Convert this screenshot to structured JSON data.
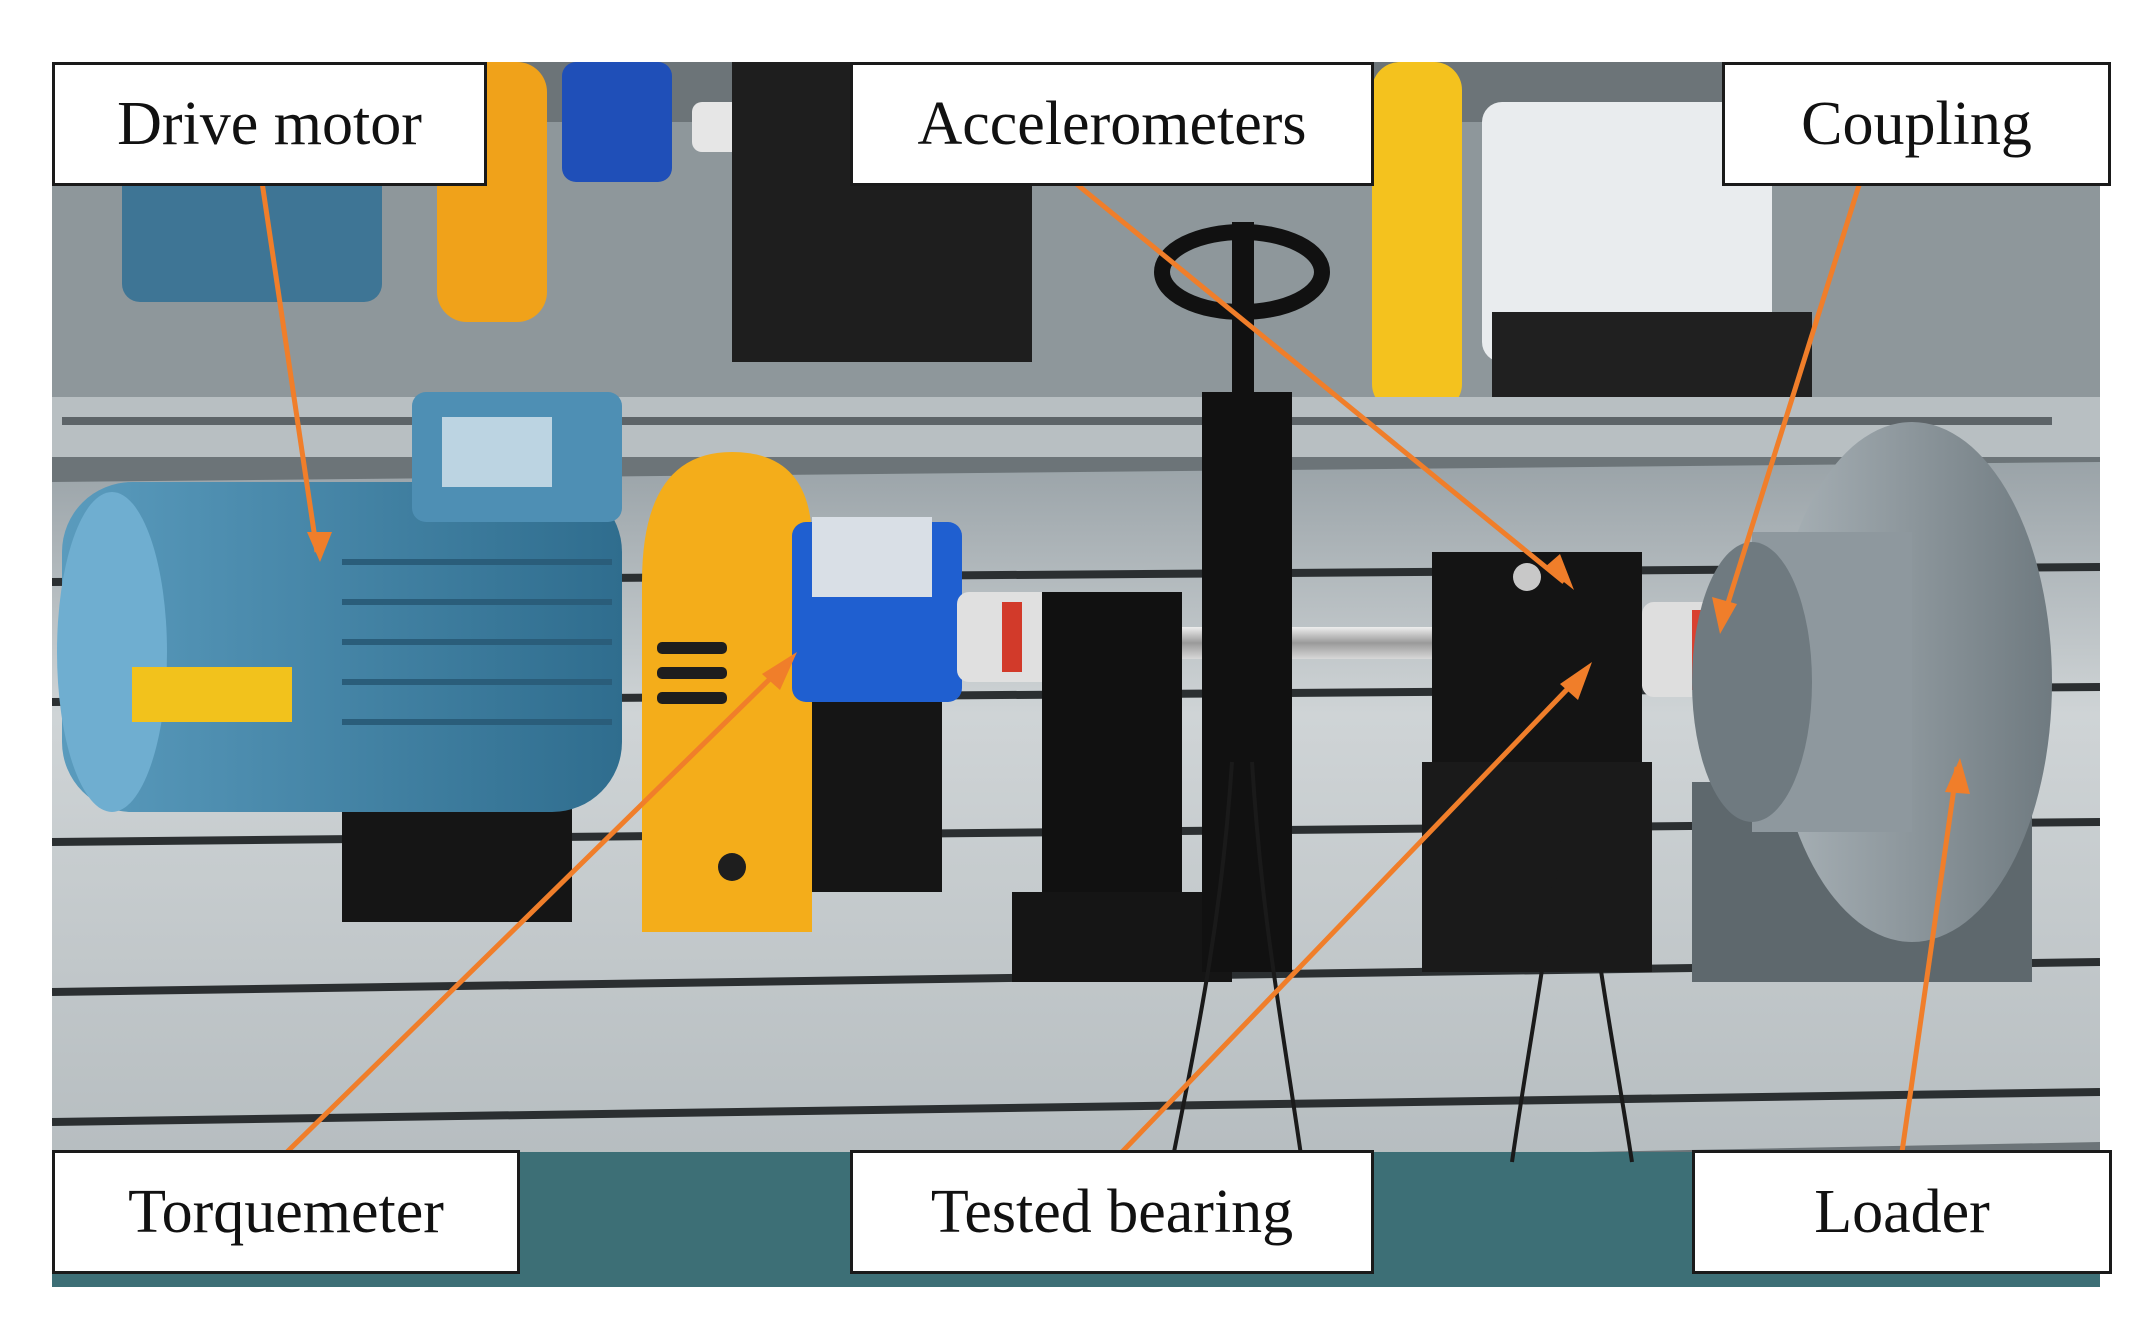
{
  "labels": {
    "drive_motor": "Drive motor",
    "accelerometers": "Accelerometers",
    "coupling": "Coupling",
    "torquemeter": "Torquemeter",
    "tested_bearing": "Tested bearing",
    "loader": "Loader"
  },
  "colors": {
    "annotation_arrow": "#f07e2a",
    "label_border": "#1a1a1a",
    "motor_blue": "#3f7fa2",
    "guard_yellow": "#f2b01c",
    "torquemeter_blue": "#1f5fd0",
    "loader_grey": "#8a949a",
    "bench_grey": "#c9cfd2"
  }
}
